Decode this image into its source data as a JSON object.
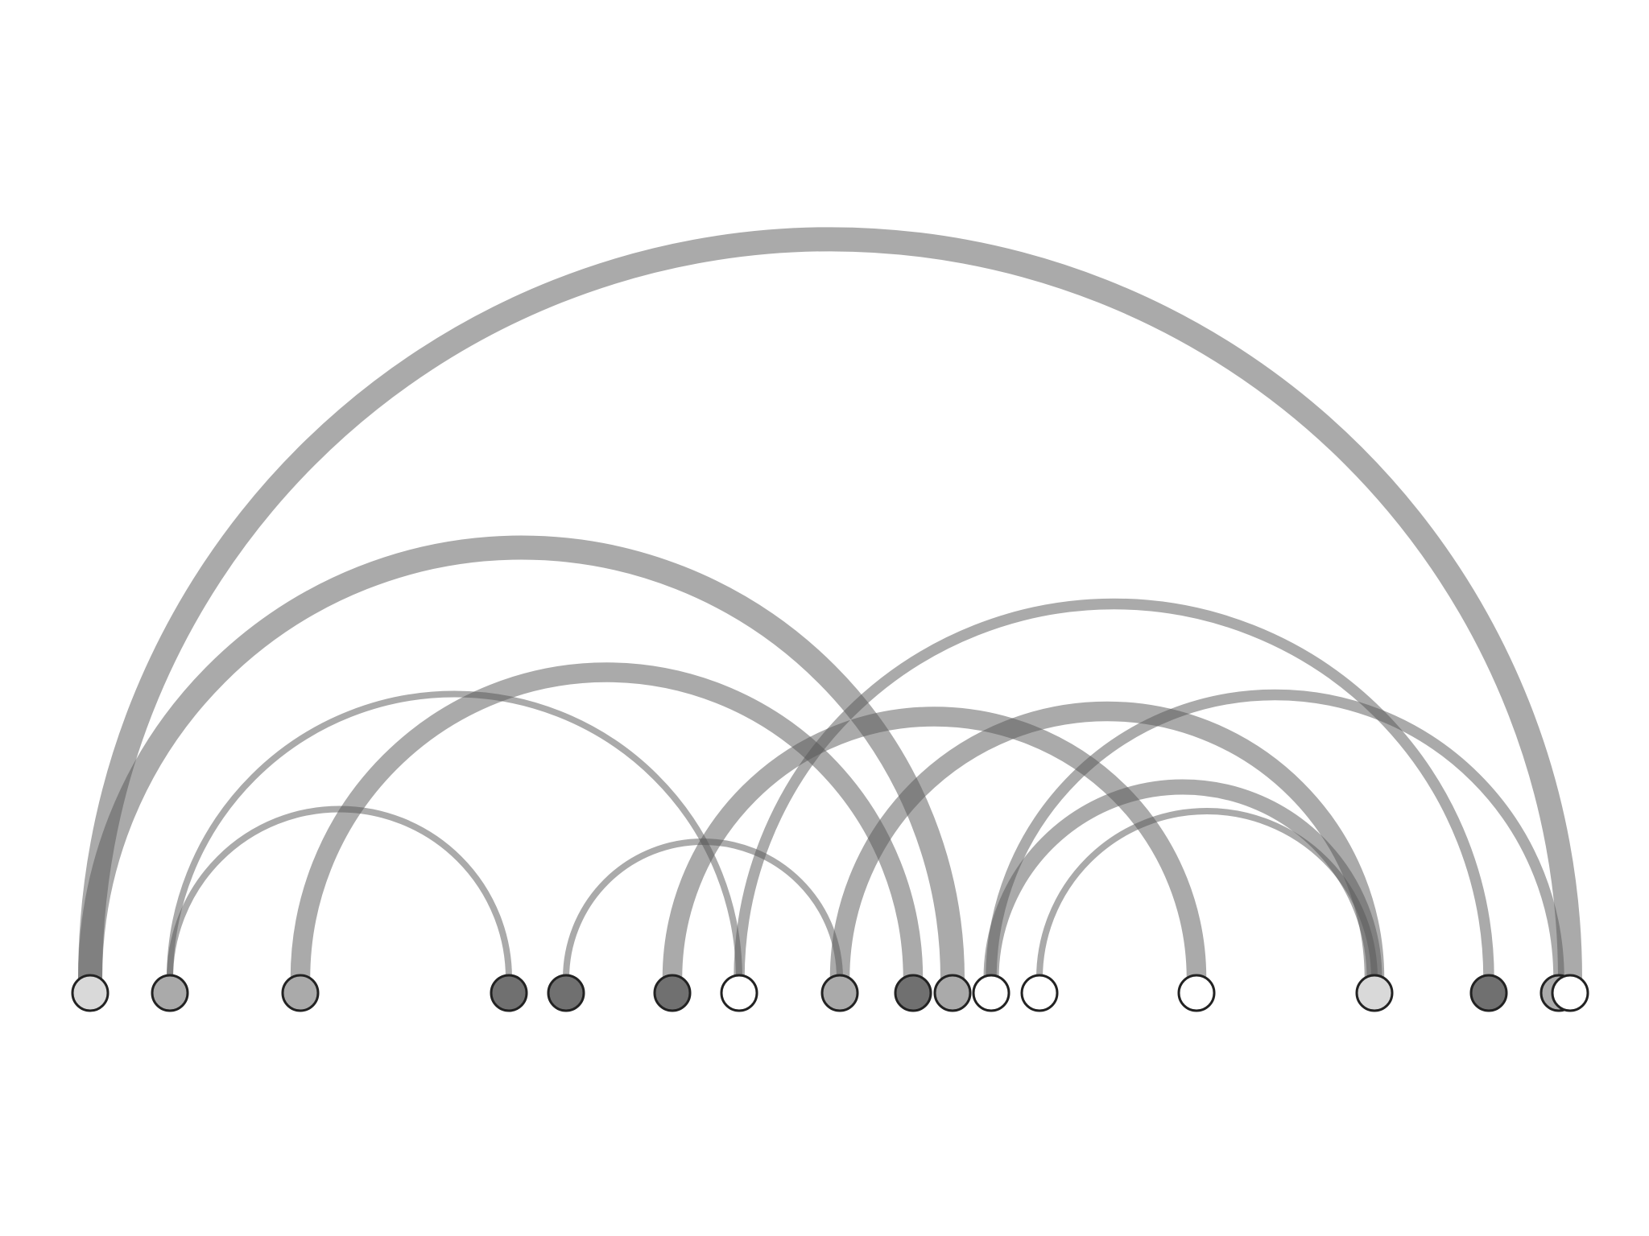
{
  "chart_data": {
    "type": "arc",
    "title": "",
    "arc_color": "#555555",
    "arc_opacity": 0.5,
    "node_stroke": "#222222",
    "node_fills": {
      "light": "#d9d9d9",
      "medium": "#aaaaaa",
      "dark": "#707070",
      "white": "#ffffff"
    },
    "nodes": [
      {
        "id": "n1",
        "order": 1,
        "group": "light"
      },
      {
        "id": "n2",
        "order": 2,
        "group": "medium"
      },
      {
        "id": "n3",
        "order": 3,
        "group": "medium"
      },
      {
        "id": "n4",
        "order": 4,
        "group": "dark"
      },
      {
        "id": "n5",
        "order": 5,
        "group": "dark"
      },
      {
        "id": "n6",
        "order": 6,
        "group": "dark"
      },
      {
        "id": "n7",
        "order": 7,
        "group": "white"
      },
      {
        "id": "n8",
        "order": 8,
        "group": "medium"
      },
      {
        "id": "n9",
        "order": 9,
        "group": "dark"
      },
      {
        "id": "n10",
        "order": 10,
        "group": "medium"
      },
      {
        "id": "n11",
        "order": 11,
        "group": "white"
      },
      {
        "id": "n12",
        "order": 12,
        "group": "white"
      },
      {
        "id": "n13",
        "order": 13,
        "group": "white"
      },
      {
        "id": "n14",
        "order": 14,
        "group": "light"
      },
      {
        "id": "n15",
        "order": 15,
        "group": "dark"
      },
      {
        "id": "n16",
        "order": 16,
        "group": "medium"
      },
      {
        "id": "n17",
        "order": 17,
        "group": "white"
      }
    ],
    "links": [
      {
        "source": "n1",
        "target": "n17",
        "weight": 5
      },
      {
        "source": "n1",
        "target": "n10",
        "weight": 5
      },
      {
        "source": "n2",
        "target": "n4",
        "weight": 1
      },
      {
        "source": "n2",
        "target": "n7",
        "weight": 1
      },
      {
        "source": "n3",
        "target": "n9",
        "weight": 4
      },
      {
        "source": "n5",
        "target": "n8",
        "weight": 1
      },
      {
        "source": "n6",
        "target": "n13",
        "weight": 4
      },
      {
        "source": "n7",
        "target": "n15",
        "weight": 2
      },
      {
        "source": "n8",
        "target": "n14",
        "weight": 4
      },
      {
        "source": "n11",
        "target": "n16",
        "weight": 2
      },
      {
        "source": "n11",
        "target": "n14",
        "weight": 3
      },
      {
        "source": "n12",
        "target": "n14",
        "weight": 1
      }
    ]
  }
}
